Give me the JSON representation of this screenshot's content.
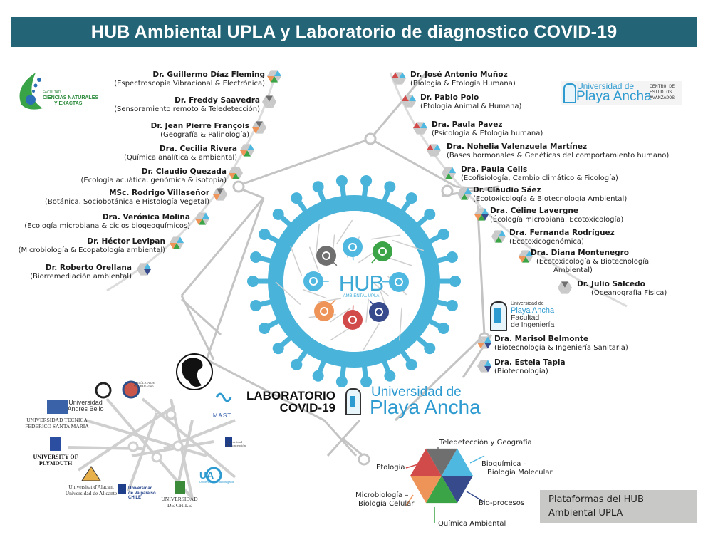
{
  "header": {
    "title": "HUB Ambiental UPLA y Laboratorio de diagnostico COVID-19"
  },
  "colors": {
    "banner": "#236577",
    "virus": "#4ab3da",
    "lines": "#c4c4c4",
    "red": "#d24b4b",
    "gray": "#6f6f6f",
    "cyan": "#4fb8e0",
    "navy": "#364a8c",
    "green": "#3aa446",
    "orange": "#ef9459"
  },
  "logos": {
    "ciencias": {
      "small": "FACULTAD",
      "line1": "CIENCIAS NATURALES",
      "line2": "Y EXACTAS"
    },
    "cea": {
      "line1": "Universidad de",
      "line2": "Playa Ancha",
      "side1": "CENTRO DE",
      "side2": "ESTUDIOS",
      "side3": "AVANZADOS"
    },
    "ingenieria": {
      "line1": "Universidad de",
      "line2": "Playa Ancha",
      "line3": "Facultad",
      "line4": "de Ingeniería"
    },
    "lab": {
      "line1": "LABORATORIO",
      "line2": "COVID-19",
      "uni1": "Universidad de",
      "uni2": "Playa Ancha"
    },
    "hub": {
      "title": "HUB",
      "subtitle": "AMBIENTAL UPLA"
    }
  },
  "researchers_left": [
    {
      "name": "Dr. Guillermo Díaz Fleming",
      "area": "(Espectroscopía Vibracional & Electrónica)",
      "platforms": [
        "cyan",
        "orange",
        "green"
      ]
    },
    {
      "name": "Dr. Freddy Saavedra",
      "area": "(Sensoramiento remoto & Teledetección)",
      "platforms": [
        "gray"
      ]
    },
    {
      "name": "Dr. Jean Pierre François",
      "area": "(Geografía & Palinología)",
      "platforms": [
        "gray",
        "orange"
      ]
    },
    {
      "name": "Dra. Cecilia Rivera",
      "area": "(Química analítica & ambiental)",
      "platforms": [
        "cyan",
        "orange",
        "green"
      ]
    },
    {
      "name": "Dr. Claudio Quezada",
      "area": "(Ecología acuática, genómica  & isotopía)",
      "platforms": [
        "orange",
        "green"
      ]
    },
    {
      "name": "MSc. Rodrigo Villaseñor",
      "area": "(Botánica, Sociobotánica e Histología Vegetal)",
      "platforms": [
        "gray",
        "orange"
      ]
    },
    {
      "name": "Dra. Verónica Molina",
      "area": "(Ecología microbiana & ciclos biogeoquímicos)",
      "platforms": [
        "cyan",
        "orange",
        "green"
      ]
    },
    {
      "name": "Dr. Héctor Levipan",
      "area": "(Microbiología & Ecopatología ambiental)",
      "platforms": [
        "cyan",
        "orange",
        "green"
      ]
    },
    {
      "name": "Dr. Roberto Orellana",
      "area": "(Biorremediación ambiental)",
      "platforms": [
        "cyan",
        "navy"
      ]
    }
  ],
  "researchers_right": [
    {
      "name": "Dr. José Antonio Muñoz",
      "area": "(Biología & Etología Humana)",
      "platforms": [
        "red",
        "cyan"
      ]
    },
    {
      "name": "Dr. Pablo Polo",
      "area": "(Etología Animal & Humana)",
      "platforms": [
        "red",
        "cyan"
      ]
    },
    {
      "name": "Dra. Paula Pavez",
      "area": "(Psicología & Etología humana)",
      "platforms": [
        "red",
        "cyan"
      ]
    },
    {
      "name": "Dra. Nohelia Valenzuela Martínez",
      "area": "(Bases hormonales & Genéticas del comportamiento humano)",
      "platforms": [
        "red",
        "cyan"
      ]
    },
    {
      "name": "Dra. Paula Celis",
      "area": "(Ecofisiología, Cambio climático & Ficología)",
      "platforms": [
        "cyan",
        "green"
      ]
    },
    {
      "name": "Dr. Claudio  Sáez",
      "area": "(Ecotoxicología & Biotecnología Ambiental)",
      "platforms": [
        "cyan",
        "green"
      ]
    },
    {
      "name": "Dra. Céline Lavergne",
      "area": "(Écología microbiana, Ecotoxicología)",
      "platforms": [
        "cyan",
        "orange",
        "green",
        "navy"
      ]
    },
    {
      "name": "Dra. Fernanda Rodríguez",
      "area": "(Ecotoxicogenómica)",
      "platforms": [
        "cyan",
        "green"
      ]
    },
    {
      "name": "Dra. Diana Montenegro",
      "area": "(Ecotoxicología &  Biotecnología",
      "area2": "Ambiental)",
      "platforms": [
        "cyan",
        "orange",
        "green"
      ]
    },
    {
      "name": "Dr. Julio Salcedo",
      "area": "(Oceanografía Física)",
      "platforms": [
        "gray"
      ]
    }
  ],
  "researchers_ing": [
    {
      "name": "Dra. Marisol Belmonte",
      "area": "(Biotecnología & Ingeniería Sanitaria)",
      "platforms": [
        "cyan",
        "orange",
        "navy"
      ]
    },
    {
      "name": "Dra. Estela Tapia",
      "area": "(Biotecnología)",
      "platforms": [
        "cyan",
        "navy"
      ]
    }
  ],
  "universities": [
    {
      "name": "Universidad Andrés Bello",
      "line1": "Universidad",
      "line2": "Andrés Bello"
    },
    {
      "name": "Pontificia Universidad Católica de Valparaíso",
      "line1": "CATÓLICA DE",
      "line2": "VALPARAÍSO"
    },
    {
      "name": "Universidad Técnica Federico Santa María",
      "line1": "UNIVERSIDAD TECNICA",
      "line2": "FEDERICO SANTA MARIA"
    },
    {
      "name": "MAST",
      "line1": "MAST"
    },
    {
      "name": "University of Plymouth",
      "line1": "UNIVERSITY OF",
      "line2": "PLYMOUTH"
    },
    {
      "name": "Universidad de Concepción",
      "line1": "Universidad",
      "line2": "de Concepción"
    },
    {
      "name": "Universidad de Alicante",
      "line1": "Universitat d'Alacant",
      "line2": "Universidad de Alicante"
    },
    {
      "name": "Universidad de Valparaíso",
      "line1": "Universidad",
      "line2": "de Valparaíso",
      "line3": "CHILE"
    },
    {
      "name": "Universidad de Chile",
      "line1": "UNIVERSIDAD",
      "line2": "DE CHILE"
    },
    {
      "name": "Universidad de Antofagasta",
      "line1": "UA",
      "line2": "Universidad de Antofagasta"
    }
  ],
  "platforms_legend": {
    "title_line1": "Plataformas del HUB",
    "title_line2": "Ambiental UPLA",
    "segments": [
      {
        "key": "gray",
        "label": "Teledetección y Geografía"
      },
      {
        "key": "cyan",
        "label": "Bioquímica –",
        "label2": "Biología Molecular"
      },
      {
        "key": "navy",
        "label": "Bio-procesos"
      },
      {
        "key": "green",
        "label": "Química Ambiental"
      },
      {
        "key": "orange",
        "label": "Microbiología –",
        "label2": "Biología Celular"
      },
      {
        "key": "red",
        "label": "Etología"
      }
    ]
  },
  "hub_icons": [
    {
      "name": "magnifier-icon",
      "color": "gray"
    },
    {
      "name": "flask-icon",
      "color": "cyan"
    },
    {
      "name": "tree-icon",
      "color": "green"
    },
    {
      "name": "dna-icon",
      "color": "cyan"
    },
    {
      "name": "drop-icon",
      "color": "navy"
    },
    {
      "name": "handshake-icon",
      "color": "red"
    },
    {
      "name": "fox-icon",
      "color": "orange"
    },
    {
      "name": "atom-icon",
      "color": "cyan"
    }
  ]
}
